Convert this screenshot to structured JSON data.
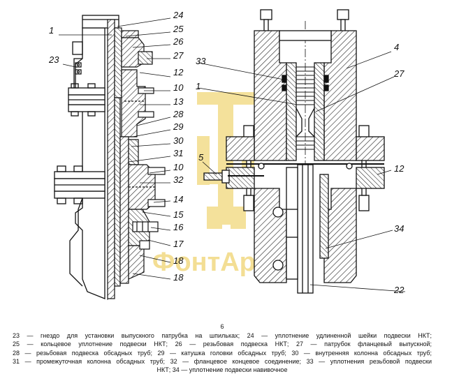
{
  "figure_number": "6",
  "watermark": {
    "text": "ФонтАрм",
    "color": "#f1d77a"
  },
  "colors": {
    "line": "#111111",
    "hatch": "#222222",
    "background": "#ffffff"
  },
  "callouts": [
    "1",
    "4",
    "5",
    "10",
    "10",
    "11",
    "12",
    "13",
    "13",
    "14",
    "15",
    "16",
    "17",
    "18",
    "22",
    "22",
    "23",
    "24",
    "25",
    "26",
    "27",
    "27",
    "28",
    "29",
    "30",
    "31",
    "32",
    "33",
    "34"
  ],
  "legend": [
    "23 — гнездо для установки выпускного патрубка на шпильках; 24 — уплотнение удлиненной шейки подвески НКТ;",
    "25 — кольцевое уплотнение подвески НКТ; 26 — резьбовая подвеска НКТ; 27 — патрубок фланцевый выпускной;",
    "28 — резьбовая подвеска обсадных труб; 29 — катушка головки обсадных труб; 30 — внутренняя колонна обсадных труб;",
    "31 — промежуточная колонна обсадных труб; 32 — фланцевое концевое соединение; 33 — уплотнения резьбовой подвески",
    "НКТ; 34 — уплотнение подвески навивочное"
  ]
}
